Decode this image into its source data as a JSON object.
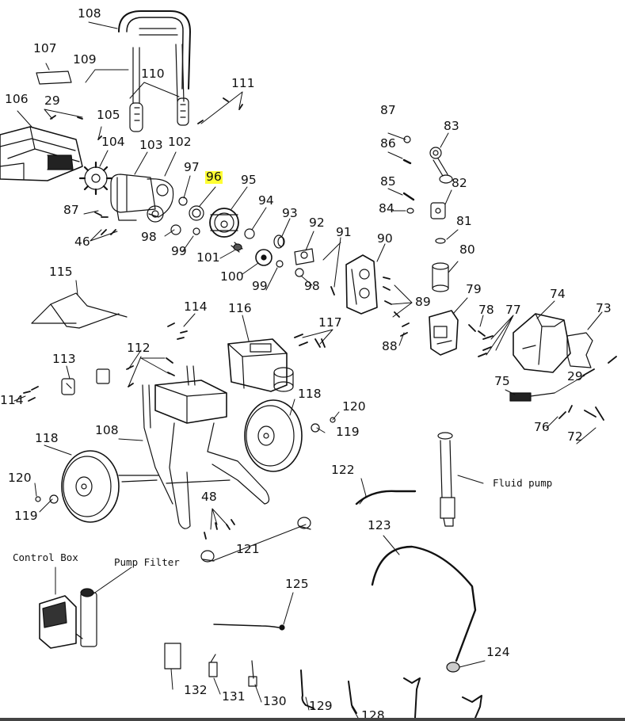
{
  "diagram": {
    "highlight_color": "#ffff33",
    "highlighted_part": "96",
    "labels": {
      "n108a": "108",
      "n107": "107",
      "n109": "109",
      "n110": "110",
      "n111": "111",
      "n106": "106",
      "n29a": "29",
      "n105": "105",
      "n104": "104",
      "n103": "103",
      "n102": "102",
      "n97": "97",
      "n96": "96",
      "n95": "95",
      "n87a": "87",
      "n83": "83",
      "n86": "86",
      "n85": "85",
      "n82": "82",
      "n84": "84",
      "n87b": "87",
      "n94": "94",
      "n93": "93",
      "n92": "92",
      "n91": "91",
      "n81": "81",
      "n46": "46",
      "n98a": "98",
      "n99a": "99",
      "n101": "101",
      "n90": "90",
      "n80": "80",
      "n100": "100",
      "n99b": "99",
      "n98b": "98",
      "n115": "115",
      "n79": "79",
      "n74": "74",
      "n89": "89",
      "n78": "78",
      "n77": "77",
      "n73": "73",
      "n114a": "114",
      "n116": "116",
      "n117": "117",
      "n88": "88",
      "n112": "112",
      "n113": "113",
      "n29b": "29",
      "n75": "75",
      "n114b": "114",
      "n118a": "118",
      "n120a": "120",
      "n108b": "108",
      "n119a": "119",
      "n76": "76",
      "n72": "72",
      "n118b": "118",
      "n120b": "120",
      "n119b": "119",
      "n122": "122",
      "n48": "48",
      "n123": "123",
      "n121": "121",
      "n125": "125",
      "n124": "124",
      "n132": "132",
      "n131": "131",
      "n130": "130",
      "n129": "129",
      "n128": "128"
    },
    "texts": {
      "fluid_pump": "Fluid pump",
      "control_box": "Control Box",
      "pump_filter": "Pump Filter"
    }
  }
}
